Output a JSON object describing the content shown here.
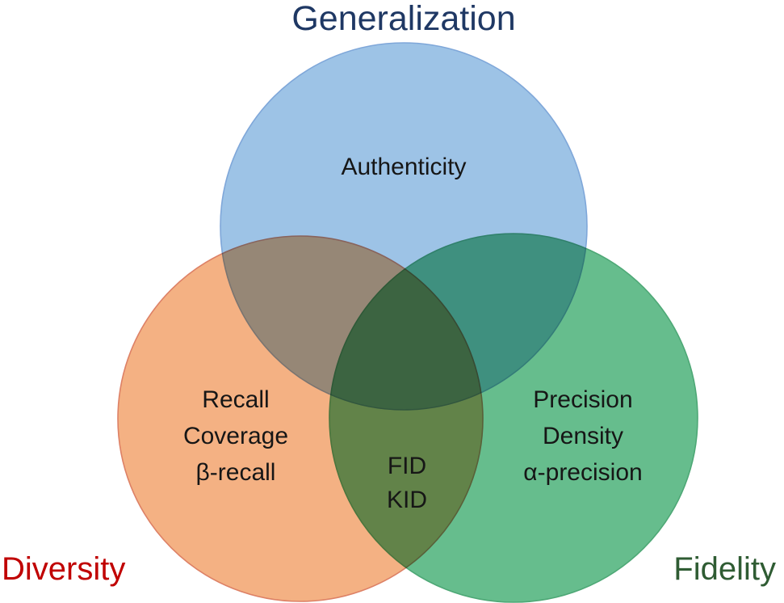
{
  "diagram": {
    "type": "venn",
    "circles": {
      "generalization": {
        "label": "Generalization",
        "fill": "#9dc3e6",
        "stroke": "#7fa7d9",
        "label_color": "#1f3864"
      },
      "diversity": {
        "label": "Diversity",
        "fill": "#f4b183",
        "stroke": "#dd8166",
        "label_color": "#c00000"
      },
      "fidelity": {
        "label": "Fidelity",
        "fill": "#66bd8d",
        "stroke": "#4ea876",
        "label_color": "#2f5c33"
      }
    },
    "regions": {
      "generalization_only": {
        "lines": [
          "Authenticity"
        ]
      },
      "diversity_only": {
        "lines": [
          "Recall",
          "Coverage",
          "β-recall"
        ]
      },
      "fidelity_only": {
        "lines": [
          "Precision",
          "Density",
          "α-precision"
        ]
      },
      "diversity_fidelity_overlap": {
        "lines": [
          "FID",
          "KID"
        ]
      }
    }
  }
}
